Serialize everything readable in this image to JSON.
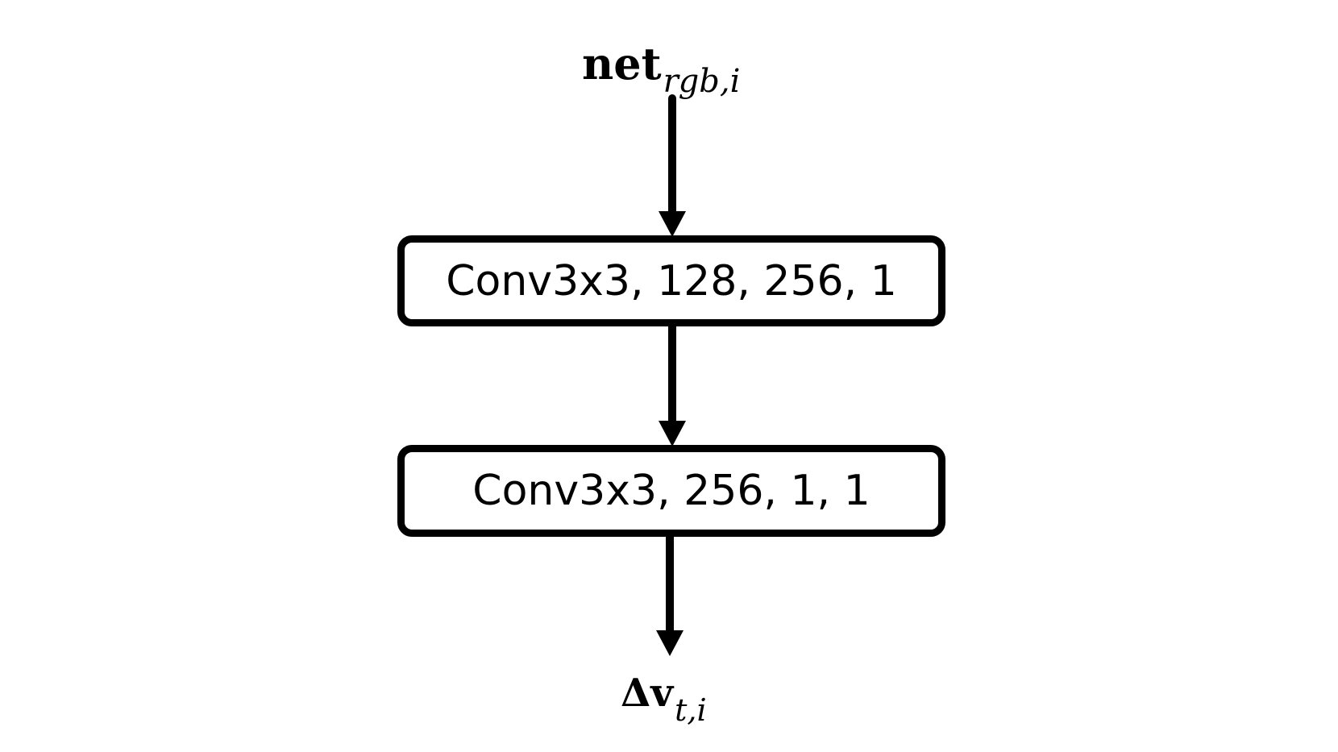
{
  "diagram": {
    "input": {
      "main": "net",
      "sub": "rgb,i"
    },
    "blocks": [
      {
        "label": "Conv3x3, 128, 256, 1"
      },
      {
        "label": "Conv3x3, 256, 1, 1"
      }
    ],
    "output": {
      "main": "Δv",
      "sub": "t,i"
    }
  }
}
